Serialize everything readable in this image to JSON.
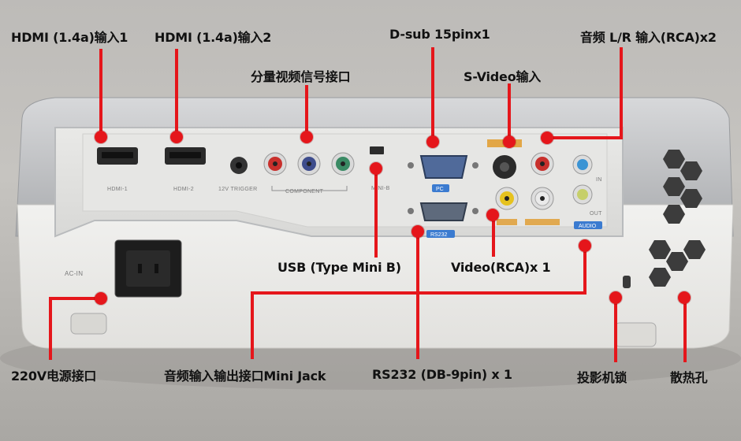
{
  "labels": {
    "hdmi1": "HDMI (1.4a)输入1",
    "hdmi2": "HDMI (1.4a)输入2",
    "component": "分量视频信号接口",
    "dsub": "D-sub 15pinx1",
    "svideo": "S-Video输入",
    "audio_rca": "音频 L/R 输入(RCA)x2",
    "usb": "USB (Type Mini B)",
    "video_rca": "Video(RCA)x 1",
    "power": "220V电源接口",
    "audio_jack": "音频输入输出接口Mini Jack",
    "rs232": "RS232 (DB-9pin) x 1",
    "lock": "投影机锁",
    "vent": "散热孔"
  },
  "panel_text": {
    "hdmi1": "HDMI-1",
    "hdmi2": "HDMI-2",
    "trigger": "12V TRIGGER",
    "component": "COMPONENT",
    "mini_b": "MINI-B",
    "pc": "PC",
    "rs232": "RS232",
    "in": "IN",
    "out": "OUT",
    "audio": "AUDIO",
    "ac_in": "AC-IN"
  },
  "colors": {
    "leader": "#e5161b",
    "panel_blue": "#3b7bd0",
    "panel_orange": "#e09a2a"
  }
}
